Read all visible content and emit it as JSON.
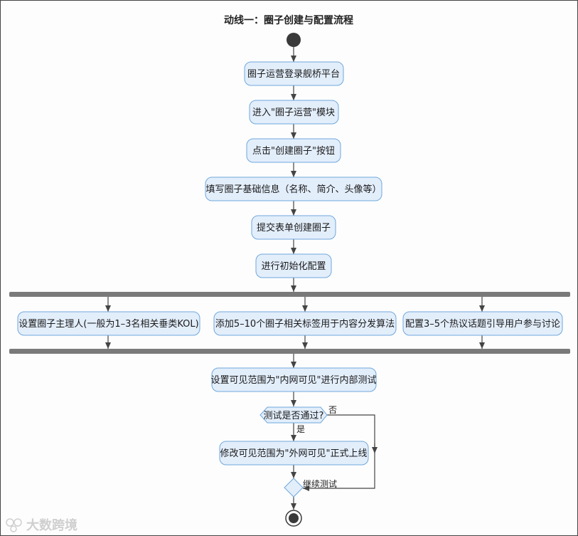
{
  "title": "动线一：圈子创建与配置流程",
  "steps": {
    "login": "圈子运营登录舰桥平台",
    "enter_module": "进入\"圈子运营\"模块",
    "click_create": "点击\"创建圈子\"按钮",
    "fill_info": "填写圈子基础信息（名称、简介、头像等）",
    "submit": "提交表单创建圈子",
    "init_config": "进行初始化配置",
    "set_owner": "设置圈子主理人(一般为1–3名相关垂类KOL)",
    "add_tags": "添加5–10个圈子相关标签用于内容分发算法",
    "config_topics": "配置3–5个热议话题引导用户参与讨论",
    "set_internal": "设置可见范围为\"内网可见\"进行内部测试",
    "decision": "测试是否通过?",
    "go_public": "修改可见范围为\"外网可见\"正式上线"
  },
  "edge_labels": {
    "yes": "是",
    "no": "否",
    "continue": "继续测试"
  },
  "watermark": "大数跨境",
  "colors": {
    "node_fill": "#e3eefb",
    "node_stroke": "#6fa8dc",
    "bar": "#7a7a7a",
    "line": "#444444",
    "start": "#3a3a3a"
  }
}
